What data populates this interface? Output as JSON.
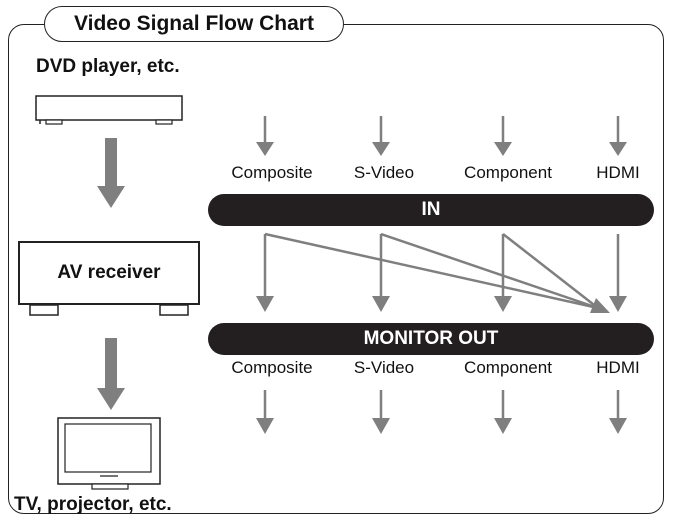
{
  "title": "Video Signal Flow Chart",
  "devices": {
    "source": "DVD player, etc.",
    "receiver": "AV receiver",
    "display": "TV, projector, etc."
  },
  "bars": {
    "in": "IN",
    "out": "MONITOR OUT"
  },
  "inputs": [
    "Composite",
    "S-Video",
    "Component",
    "HDMI"
  ],
  "outputs": [
    "Composite",
    "S-Video",
    "Component",
    "HDMI"
  ],
  "colors": {
    "arrow": "#7f7f7f",
    "bar": "#231f20",
    "line": "#222222"
  }
}
